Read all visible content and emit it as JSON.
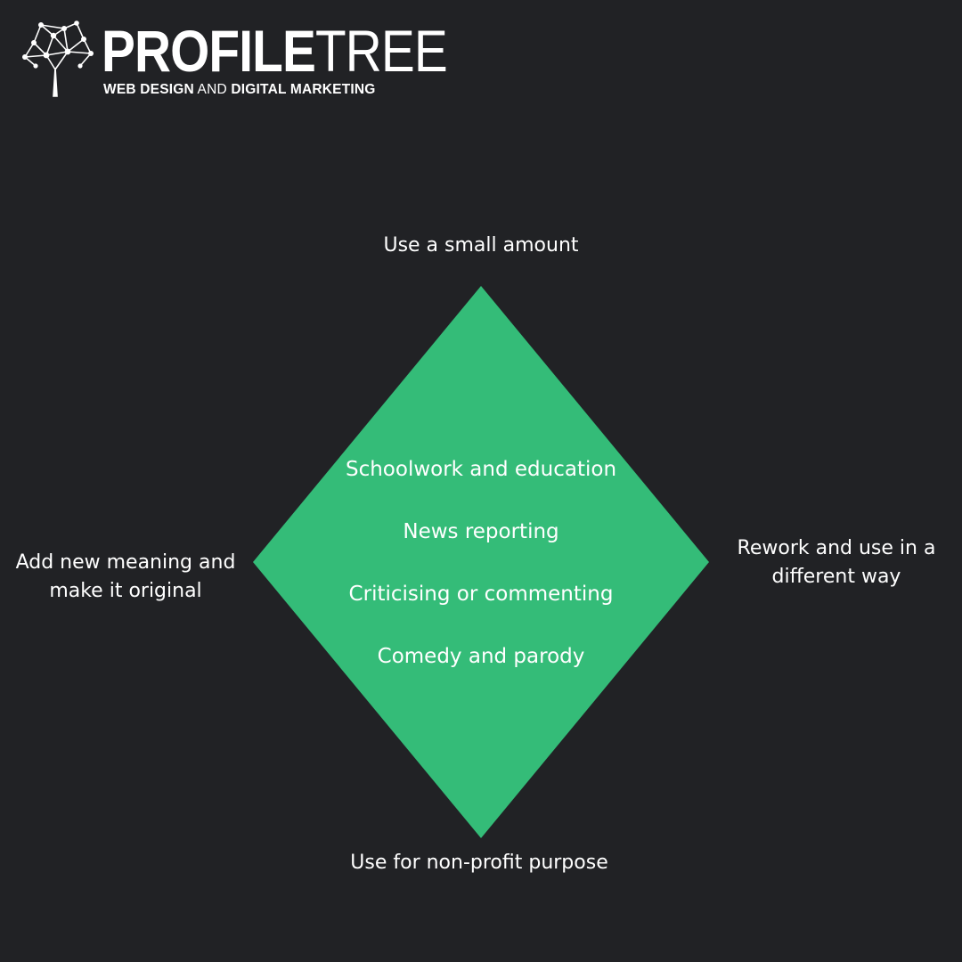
{
  "brand": {
    "name_part1": "PROFILE",
    "name_part2": "TREE",
    "tagline_part1": "WEB DESIGN",
    "tagline_part2": " AND ",
    "tagline_part3": "DIGITAL MARKETING"
  },
  "diagram": {
    "top_label": "Use a small amount",
    "left_label": "Add new meaning and make it original",
    "right_label": "Rework and use in a different way",
    "bottom_label": "Use for non-profit purpose",
    "center_items": [
      "Schoolwork and education",
      "News reporting",
      "Criticising or commenting",
      "Comedy and parody"
    ]
  },
  "colors": {
    "background": "#212225",
    "diamond_fill": "#34BC78",
    "text": "#FFFFFF"
  }
}
